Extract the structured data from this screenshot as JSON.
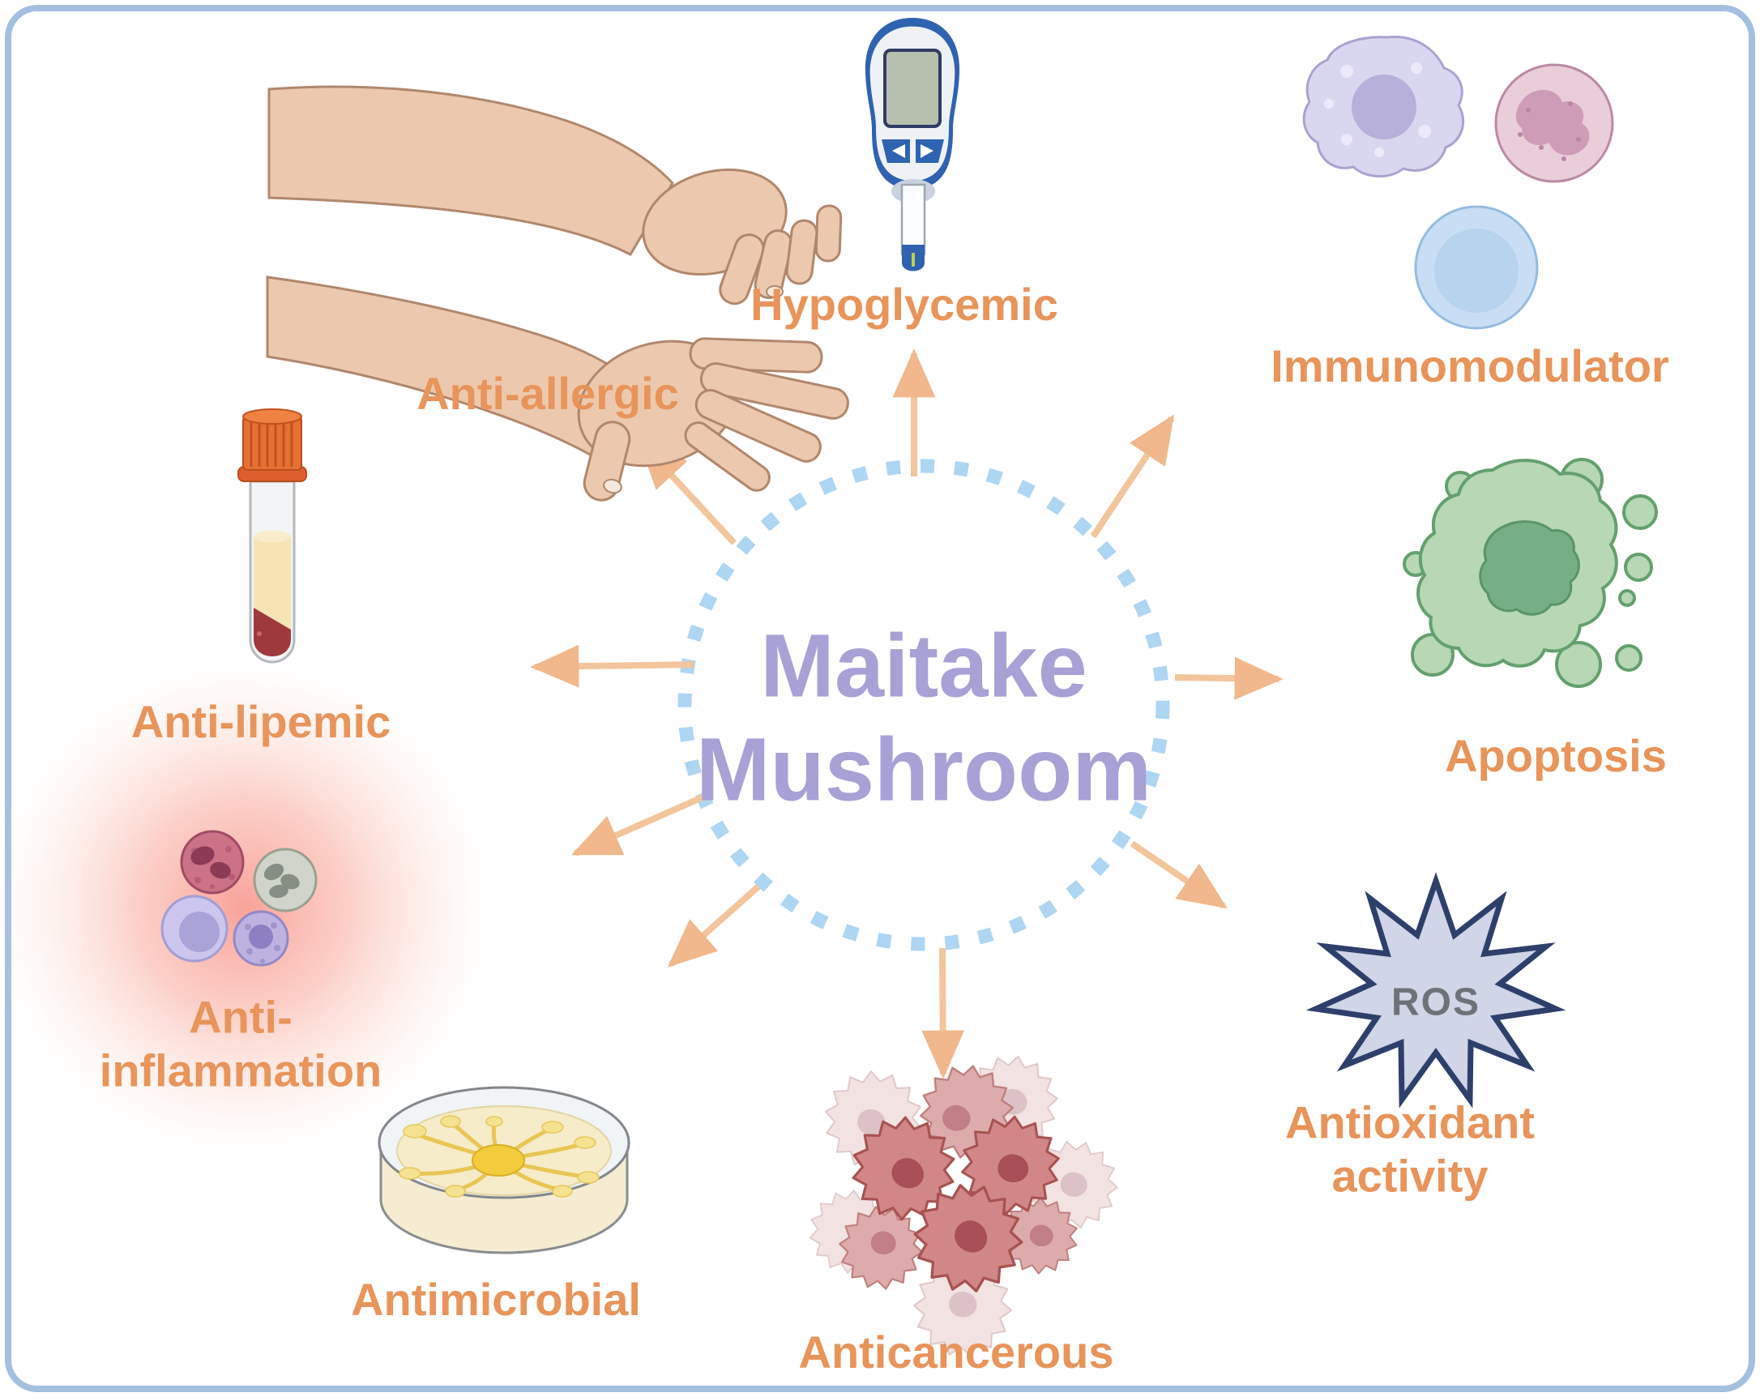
{
  "figure": {
    "type": "radial-benefits-diagram",
    "center_title": {
      "line1": "Maitake",
      "line2": "Mushroom"
    },
    "benefits": [
      {
        "label": "Hypoglycemic",
        "icon": "glucose-meter-icon",
        "position": "top"
      },
      {
        "label": "Immunomodulator",
        "icon": "immune-cells-icon",
        "position": "top-right"
      },
      {
        "label": "Apoptosis",
        "icon": "apoptotic-cell-icon",
        "position": "right"
      },
      {
        "label": "Antioxidant activity",
        "label_line1": "Antioxidant",
        "label_line2": "activity",
        "badge": "ROS",
        "icon": "ros-starburst-icon",
        "position": "bottom-right"
      },
      {
        "label": "Anticancerous",
        "icon": "cancer-cell-cluster-icon",
        "position": "bottom"
      },
      {
        "label": "Antimicrobial",
        "icon": "petri-dish-icon",
        "position": "bottom-left"
      },
      {
        "label": "Anti-inflammation",
        "label_line1": "Anti-",
        "label_line2": "inflammation",
        "icon": "white-blood-cells-icon",
        "position": "left-lower"
      },
      {
        "label": "Anti-lipemic",
        "icon": "blood-sample-tube-icon",
        "position": "left"
      },
      {
        "label": "Anti-allergic",
        "icon": "scratching-hands-icon",
        "position": "top-left"
      }
    ]
  },
  "colors": {
    "label_orange": "#e8945a",
    "title_purple": "#a7a1d6",
    "dashed_circle_blue": "#aed5f2",
    "arrow_peach": "#f3c59c",
    "border_blue": "#a4bfe0",
    "ros_text_gray": "#6e7278",
    "apoptosis_green": "#b7d7b5",
    "cancer_cell_red": "#d18787",
    "glow_red": "#f25646"
  }
}
